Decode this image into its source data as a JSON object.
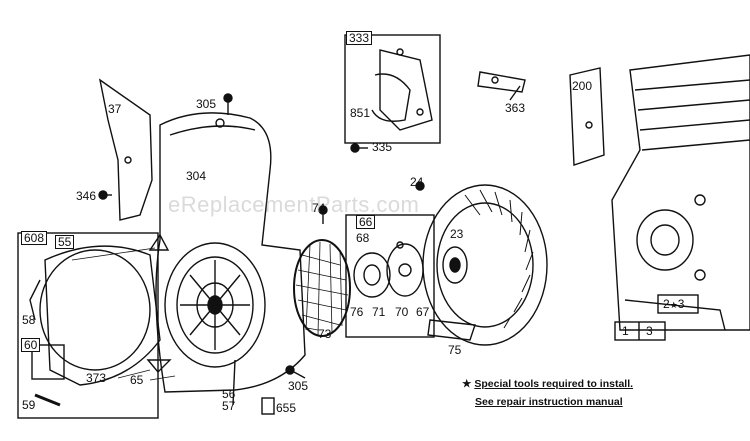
{
  "watermark": "eReplacementParts.com",
  "note": {
    "star": "★",
    "line1": "Special tools required to install.",
    "line2": "See repair instruction manual"
  },
  "callouts": {
    "c37": "37",
    "c305a": "305",
    "c304": "304",
    "c346": "346",
    "c608": "608",
    "c55": "55",
    "c58": "58",
    "c60": "60",
    "c59": "59",
    "c373": "373",
    "c65": "65",
    "c56": "56",
    "c57": "57",
    "c305b": "305",
    "c655": "655",
    "c73": "73",
    "c74": "74",
    "c333": "333",
    "c851": "851",
    "c335": "335",
    "c363": "363",
    "c200": "200",
    "c24": "24",
    "c66": "66",
    "c68": "68",
    "c23": "23",
    "c76": "76",
    "c71": "71",
    "c70": "70",
    "c67": "67",
    "c75": "75",
    "c2a3": "2",
    "c2a3star": "★",
    "c2a3b": "3",
    "c1": "1",
    "c3": "3"
  }
}
